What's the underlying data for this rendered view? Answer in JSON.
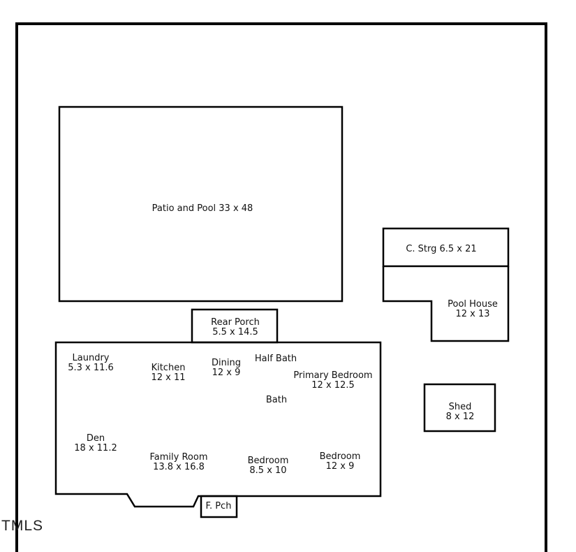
{
  "floor_plan": {
    "areas": {
      "patio_pool": {
        "name": "Patio and Pool 33 x 48"
      },
      "covered_storage": {
        "name": "C. Strg 6.5 x 21"
      },
      "pool_house": {
        "name": "Pool House",
        "dims": "12 x 13"
      },
      "rear_porch": {
        "name": "Rear Porch",
        "dims": "5.5 x 14.5"
      },
      "laundry": {
        "name": "Laundry",
        "dims": "5.3 x 11.6"
      },
      "kitchen": {
        "name": "Kitchen",
        "dims": "12 x 11"
      },
      "dining": {
        "name": "Dining",
        "dims": "12 x 9"
      },
      "half_bath": {
        "name": "Half Bath"
      },
      "primary_bedroom": {
        "name": "Primary Bedroom",
        "dims": "12 x 12.5"
      },
      "bath": {
        "name": "Bath"
      },
      "den": {
        "name": "Den",
        "dims": "18 x 11.2"
      },
      "family_room": {
        "name": "Family Room",
        "dims": "13.8 x 16.8"
      },
      "bedroom_2": {
        "name": "Bedroom",
        "dims": "8.5 x 10"
      },
      "bedroom_3": {
        "name": "Bedroom",
        "dims": "12 x 9"
      },
      "shed": {
        "name": "Shed",
        "dims": "8 x 12"
      },
      "front_porch": {
        "name": "F. Pch"
      }
    },
    "watermark": "TMLS"
  }
}
